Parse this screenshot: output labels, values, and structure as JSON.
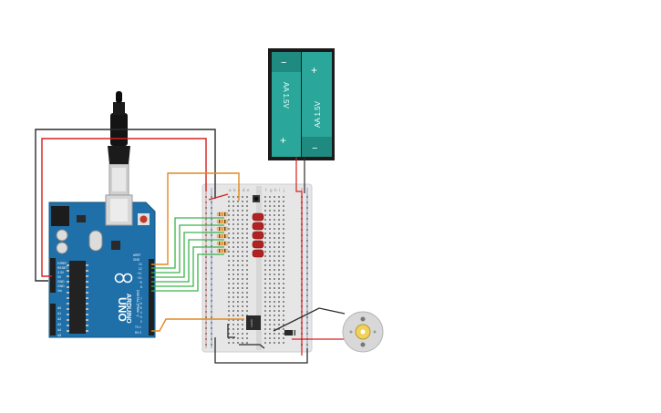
{
  "battery_pack": {
    "cell_left_label": "AA 1.5V",
    "cell_right_label": "AA 1.5V",
    "minus_sign": "−",
    "plus_sign": "+"
  },
  "arduino": {
    "brand": "ARDUINO",
    "model": "UNO",
    "power_pins": [
      "IOREF",
      "RESET",
      "3.3V",
      "5V",
      "GND",
      "GND",
      "Vin"
    ],
    "analog_pins": [
      "A0",
      "A1",
      "A2",
      "A3",
      "A4",
      "A5"
    ],
    "digital_label": "DIGITAL (PWM ~)",
    "digital_pins": [
      "AREF",
      "GND",
      "13",
      "12",
      "~11",
      "~10",
      "~9",
      "8",
      "7",
      "~6",
      "~5",
      "4",
      "~3",
      "2",
      "TX 1",
      "RX 0"
    ]
  },
  "breadboard": {
    "column_letters_left": [
      "a",
      "b",
      "c",
      "d",
      "e"
    ],
    "column_letters_right": [
      "f",
      "g",
      "h",
      "i",
      "j"
    ],
    "chip_label": "L293D"
  },
  "colors": {
    "wire_black": "#2b2b2b",
    "wire_red": "#d62020",
    "wire_orange": "#e08a1e",
    "wire_green": "#3bb44a",
    "arduino_blue": "#1f6fa8",
    "battery_teal": "#2aa69a",
    "led_red": "#b32222",
    "breadboard": "#e9e9e9"
  }
}
